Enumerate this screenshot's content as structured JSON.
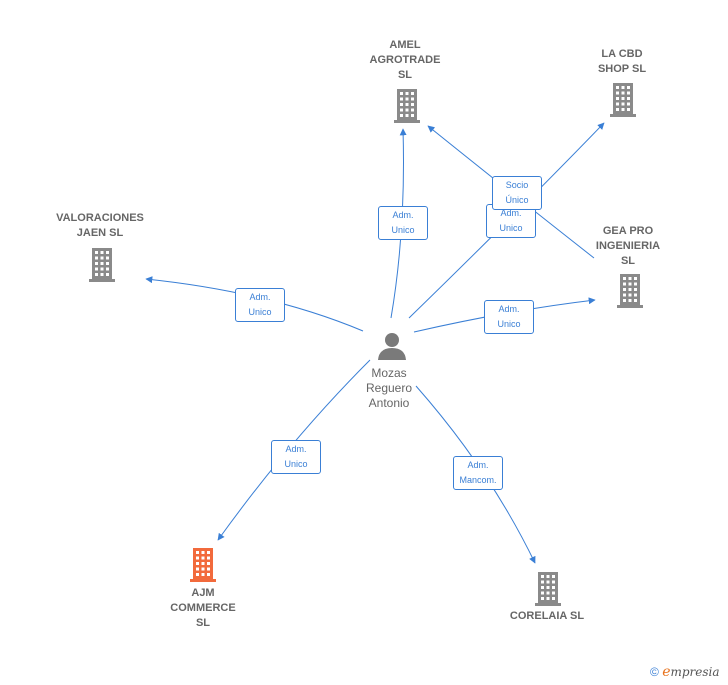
{
  "colors": {
    "edge": "#3a7fd5",
    "building": "#8a8a8a",
    "building_highlight": "#f26a3c",
    "person": "#7a7a7a"
  },
  "nodes": [
    {
      "id": "mozas",
      "label": "Mozas\nReguero\nAntonio",
      "icon": "person-icon"
    },
    {
      "id": "amel",
      "label": "AMEL\nAGROTRADE\nSL",
      "icon": "building-icon"
    },
    {
      "id": "lacbd",
      "label": "LA CBD\nSHOP  SL",
      "icon": "building-icon"
    },
    {
      "id": "valoraciones",
      "label": "VALORACIONES\nJAEN SL",
      "icon": "building-icon"
    },
    {
      "id": "gea",
      "label": "GEA PRO\nINGENIERIA\nSL",
      "icon": "building-icon"
    },
    {
      "id": "ajm",
      "label": "AJM\nCOMMERCE\nSL",
      "icon": "building-icon",
      "highlight": true
    },
    {
      "id": "corelaia",
      "label": "CORELAIA  SL",
      "icon": "building-icon"
    }
  ],
  "edges": [
    {
      "from": "mozas",
      "to": "amel",
      "label": "Adm.\nUnico"
    },
    {
      "from": "mozas",
      "to": "valoraciones",
      "label": "Adm.\nUnico"
    },
    {
      "from": "mozas",
      "to": "lacbd",
      "label": "Adm.\nUnico"
    },
    {
      "from": "mozas",
      "to": "gea",
      "label": "Adm.\nUnico"
    },
    {
      "from": "mozas",
      "to": "ajm",
      "label": "Adm.\nUnico"
    },
    {
      "from": "mozas",
      "to": "corelaia",
      "label": "Adm.\nMancom."
    },
    {
      "from": "gea",
      "to": "amel",
      "label": "Socio\nÚnico"
    }
  ],
  "brand": {
    "copyright": "©",
    "initial": "e",
    "rest": "mpresia"
  }
}
